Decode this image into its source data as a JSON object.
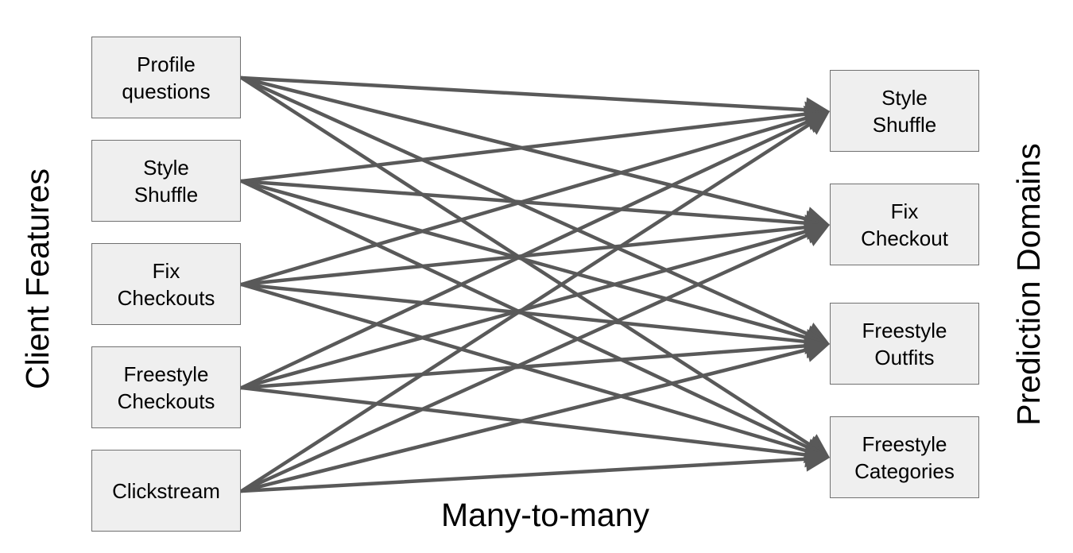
{
  "left_title": "Client Features",
  "right_title": "Prediction Domains",
  "bottom_caption": "Many-to-many",
  "colors": {
    "box_fill": "#efefef",
    "box_border": "#707070",
    "arrow": "#595959",
    "text": "#000000"
  },
  "sources": [
    {
      "id": "profile",
      "label": "Profile\nquestions"
    },
    {
      "id": "style-shuffle",
      "label": "Style\nShuffle"
    },
    {
      "id": "fix-checkouts",
      "label": "Fix\nCheckouts"
    },
    {
      "id": "freestyle-checkouts",
      "label": "Freestyle\nCheckouts"
    },
    {
      "id": "clickstream",
      "label": "Clickstream"
    }
  ],
  "targets": [
    {
      "id": "style-shuffle",
      "label": "Style\nShuffle"
    },
    {
      "id": "fix-checkout",
      "label": "Fix\nCheckout"
    },
    {
      "id": "freestyle-outfits",
      "label": "Freestyle\nOutfits"
    },
    {
      "id": "freestyle-categories",
      "label": "Freestyle\nCategories"
    }
  ],
  "edges": [
    {
      "from": "profile",
      "to": "style-shuffle"
    },
    {
      "from": "profile",
      "to": "fix-checkout"
    },
    {
      "from": "profile",
      "to": "freestyle-outfits"
    },
    {
      "from": "profile",
      "to": "freestyle-categories"
    },
    {
      "from": "style-shuffle",
      "to": "style-shuffle"
    },
    {
      "from": "style-shuffle",
      "to": "fix-checkout"
    },
    {
      "from": "style-shuffle",
      "to": "freestyle-outfits"
    },
    {
      "from": "style-shuffle",
      "to": "freestyle-categories"
    },
    {
      "from": "fix-checkouts",
      "to": "style-shuffle"
    },
    {
      "from": "fix-checkouts",
      "to": "fix-checkout"
    },
    {
      "from": "fix-checkouts",
      "to": "freestyle-outfits"
    },
    {
      "from": "fix-checkouts",
      "to": "freestyle-categories"
    },
    {
      "from": "freestyle-checkouts",
      "to": "style-shuffle"
    },
    {
      "from": "freestyle-checkouts",
      "to": "fix-checkout"
    },
    {
      "from": "freestyle-checkouts",
      "to": "freestyle-outfits"
    },
    {
      "from": "freestyle-checkouts",
      "to": "freestyle-categories"
    },
    {
      "from": "clickstream",
      "to": "style-shuffle"
    },
    {
      "from": "clickstream",
      "to": "fix-checkout"
    },
    {
      "from": "clickstream",
      "to": "freestyle-outfits"
    },
    {
      "from": "clickstream",
      "to": "freestyle-categories"
    }
  ]
}
